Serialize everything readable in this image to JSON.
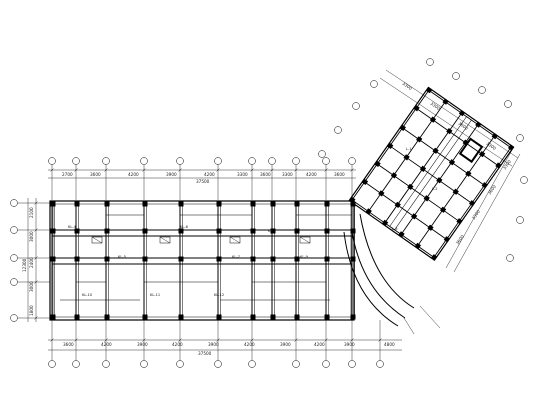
{
  "drawing": {
    "type": "structural-floor-plan",
    "colors": {
      "line": "#000000",
      "background": "#ffffff"
    },
    "top_dims": [
      "2700",
      "3600",
      "4200",
      "3900",
      "4200",
      "3300",
      "3600",
      "3300",
      "4200",
      "3600"
    ],
    "top_dims_total": "37500",
    "bottom_dims": [
      "3600",
      "4200",
      "3900",
      "4200",
      "3900",
      "4200",
      "3900",
      "4200",
      "3900"
    ],
    "bottom_dims_total": "37500",
    "right_dim": "4800",
    "left_dims": [
      "2100",
      "3000",
      "2400",
      "3000",
      "1800"
    ],
    "left_dims_total": "12300",
    "wing_dims": [
      "3300",
      "3300",
      "3600",
      "3300"
    ],
    "wing_side_dims": [
      "3300",
      "3600",
      "3300",
      "3600"
    ],
    "beam_labels": [
      "KL-4",
      "KL-5",
      "KL-6",
      "KL-7",
      "KL-8",
      "KL-9",
      "KL-10",
      "KL-11",
      "KL-12",
      "L-1",
      "L-2",
      "L-3"
    ]
  }
}
